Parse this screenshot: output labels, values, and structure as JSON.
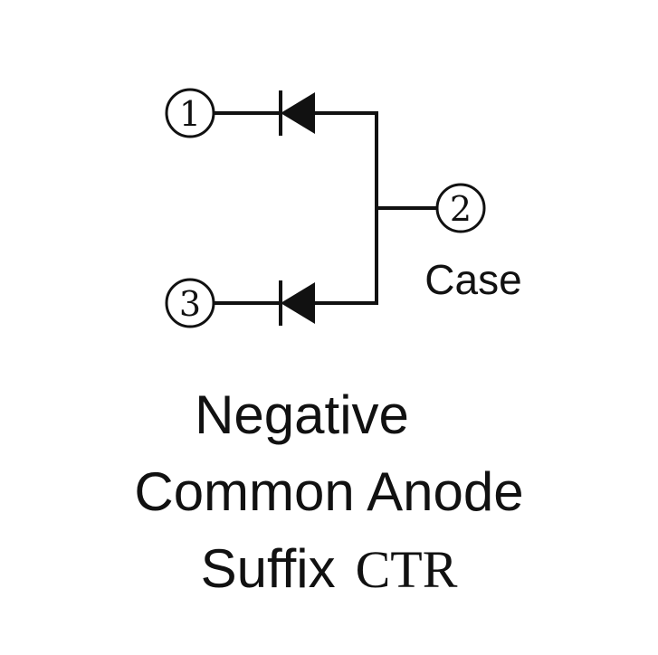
{
  "pins": {
    "pin1": "1",
    "pin2": "2",
    "pin3": "3",
    "case_label": "Case"
  },
  "caption": {
    "line1": "Negative",
    "line2": "Common Anode",
    "line3_word": "Suffix",
    "line3_code": "CTR"
  },
  "colors": {
    "ink": "#111111",
    "background": "#ffffff"
  }
}
